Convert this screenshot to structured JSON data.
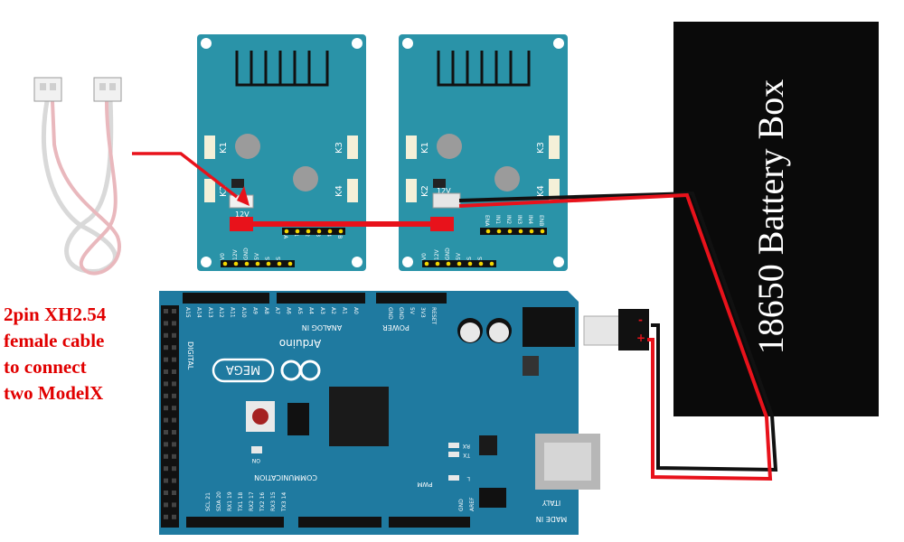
{
  "caption": {
    "lines": [
      "2pin XH2.54",
      "female cable",
      "to connect",
      "two ModelX"
    ]
  },
  "battery": {
    "label": "18650 Battery Box"
  },
  "driver_board": {
    "relay_labels": [
      "K1",
      "K2",
      "K3",
      "K4"
    ],
    "voltage_label": "12V",
    "input_labels": [
      "ENA",
      "IN1",
      "IN2",
      "IN3",
      "IN4",
      "ENB"
    ],
    "power_labels": [
      "V0",
      "12V",
      "GND",
      "5V",
      "S",
      "S"
    ]
  },
  "arduino": {
    "brand": "Arduino",
    "model": "MEGA",
    "country": "ITALY",
    "made_in": "MADE IN",
    "section_labels": {
      "digital": "DIGITAL",
      "communication": "COMMUNICATION",
      "analog_in": "ANALOG IN",
      "power": "POWER",
      "pwm": "PWM"
    },
    "comm_pins": [
      "SCL 21",
      "SDA 20",
      "RX1 19",
      "TX1 18",
      "RX2 17",
      "TX2 16",
      "RX3 15",
      "TX3 14"
    ],
    "led_labels": {
      "on": "ON",
      "rx": "RX",
      "tx": "TX",
      "l": "L"
    },
    "power_pins": [
      "GND",
      "GND",
      "5V",
      "3V3",
      "RESET"
    ],
    "analog_pins": [
      "A15",
      "A14",
      "A13",
      "A12",
      "A11",
      "A10",
      "A9",
      "A8",
      "A7",
      "A6",
      "A5",
      "A4",
      "A3",
      "A2",
      "A1",
      "A0"
    ],
    "aref": "AREF",
    "gnd": "GND"
  },
  "dc_plug": {
    "neg": "-",
    "pos": "+"
  },
  "colors": {
    "board_blue": "#2a93a8",
    "mega_blue": "#1f7aa0",
    "wire_red": "#e8121b",
    "battery_black": "#0a0a0a",
    "caption_red": "#e10000"
  }
}
